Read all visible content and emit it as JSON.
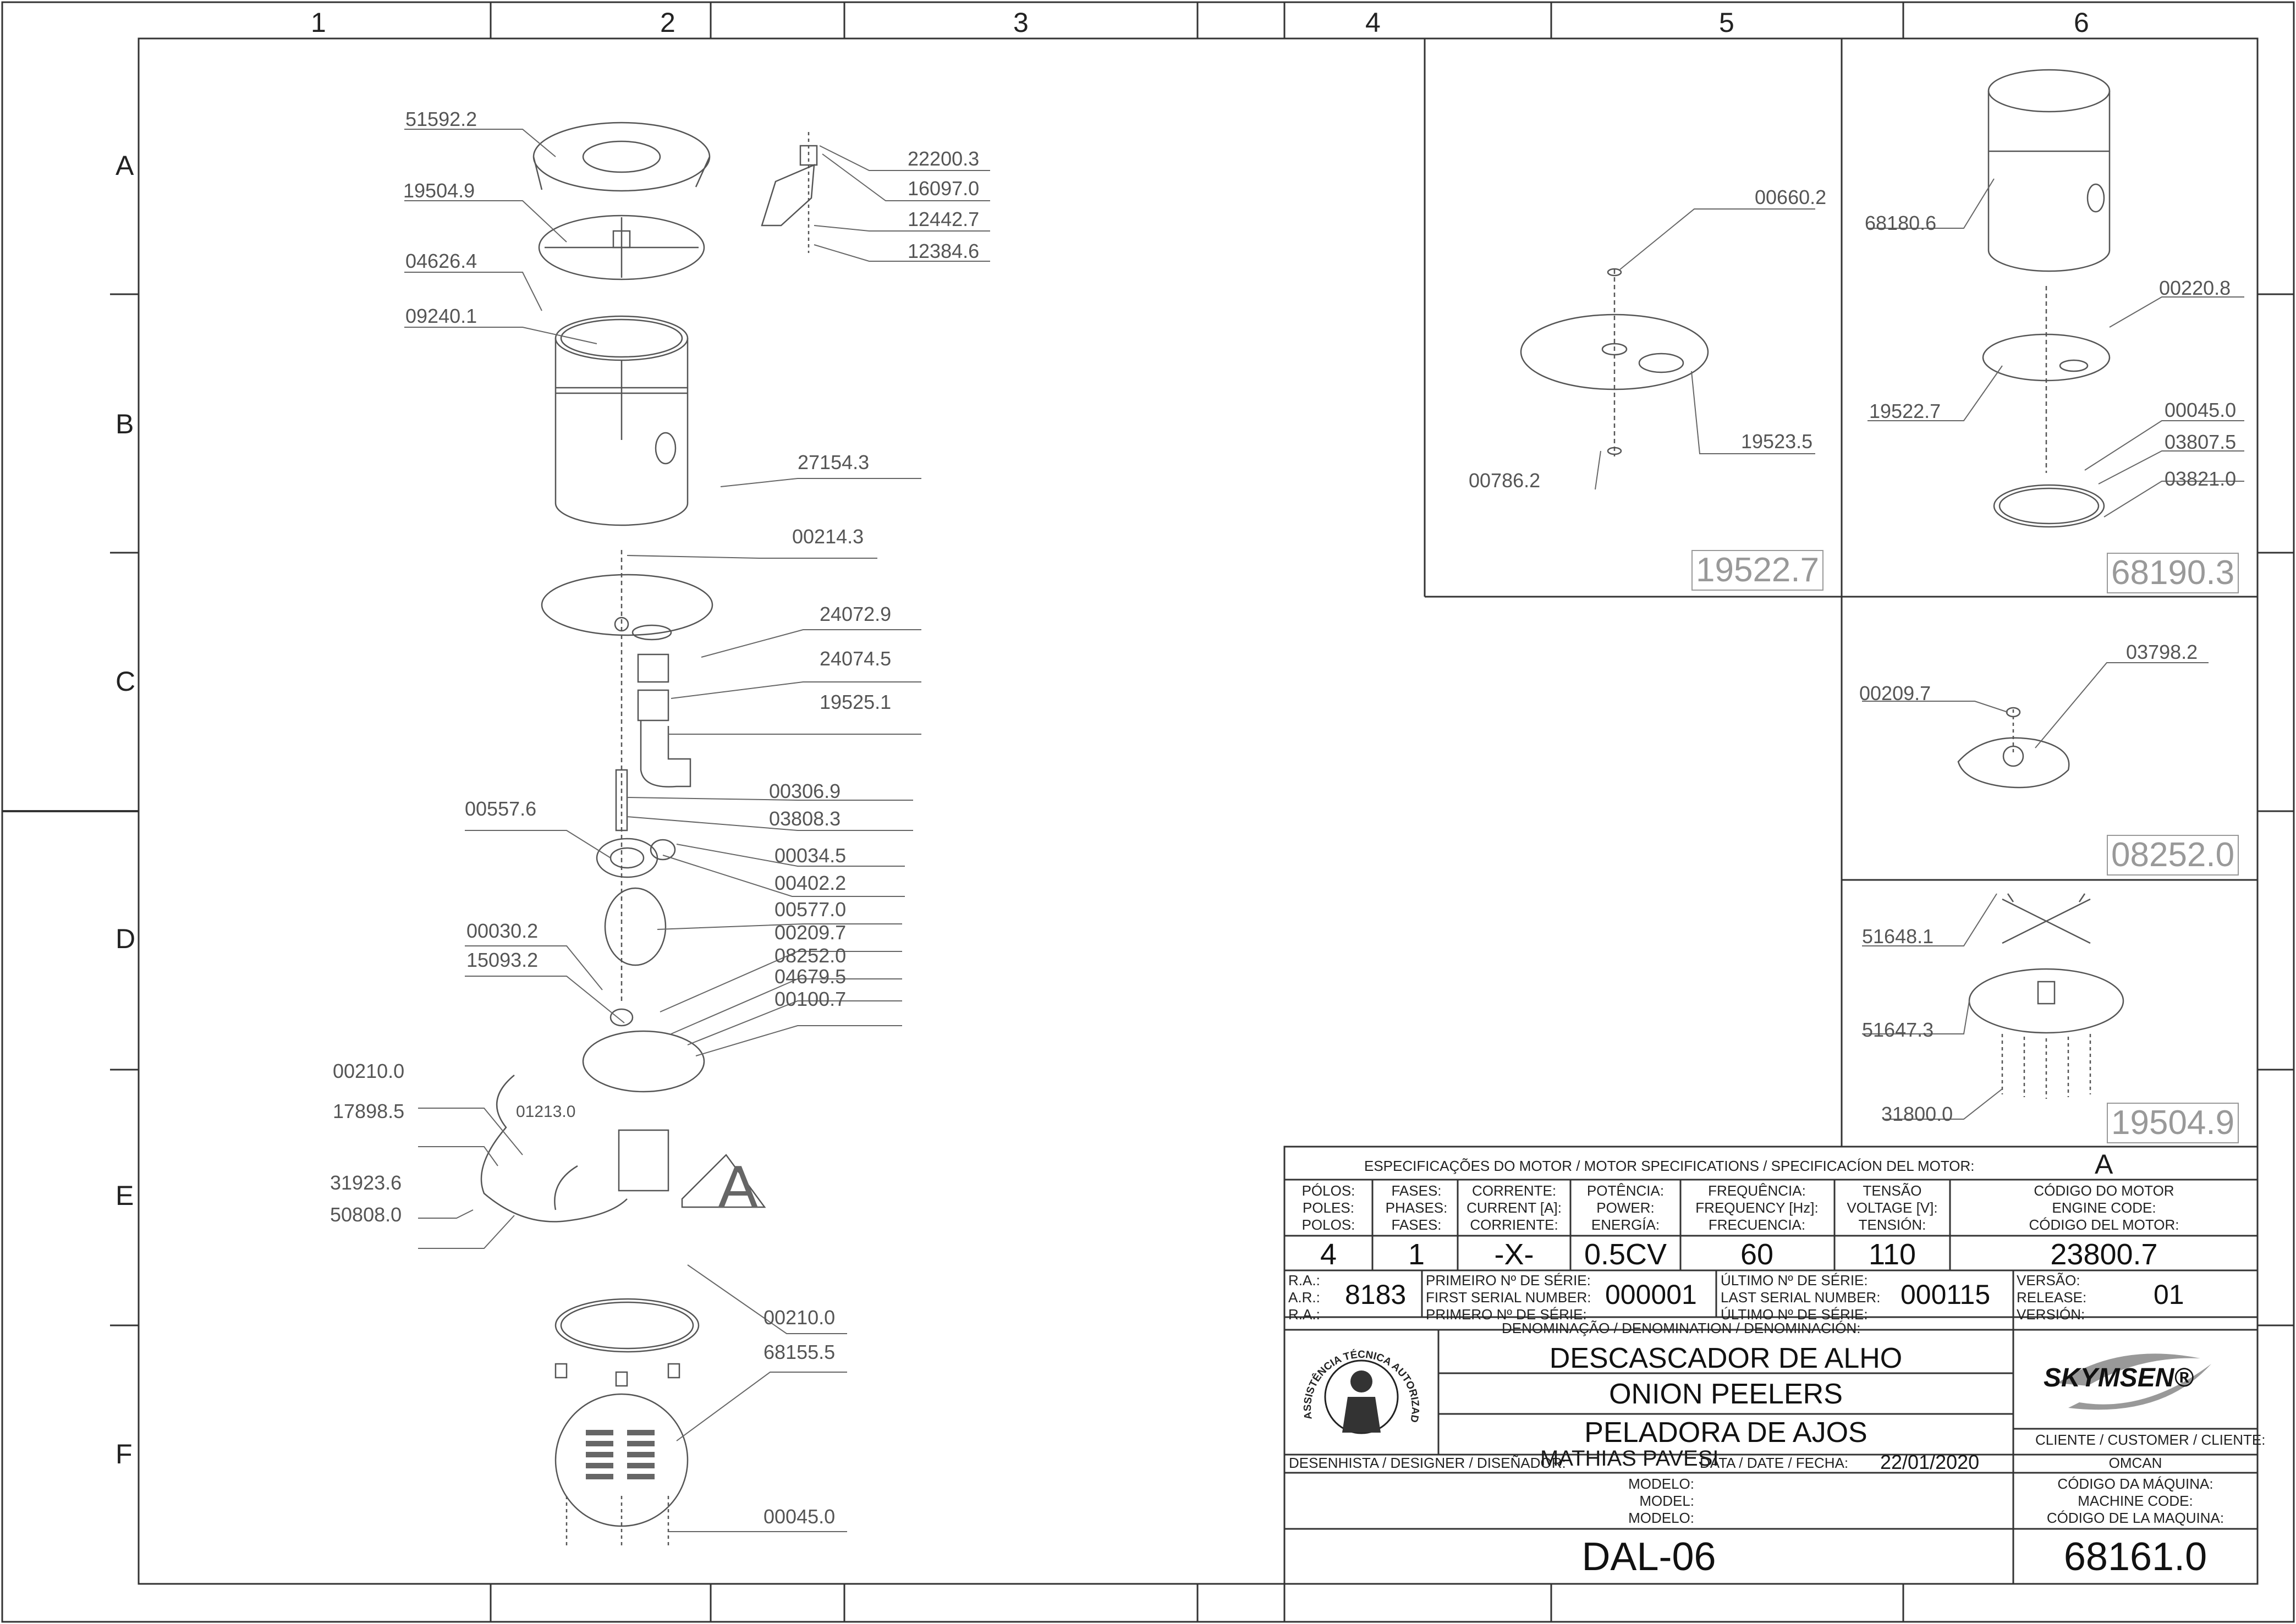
{
  "grid": {
    "columns": [
      "1",
      "2",
      "3",
      "4",
      "5",
      "6"
    ],
    "rows": [
      "A",
      "B",
      "C",
      "D",
      "E",
      "F"
    ]
  },
  "balloons": {
    "b51592": "51592.2",
    "b19504a": "19504.9",
    "b04626": "04626.4",
    "b09240": "09240.1",
    "b22200": "22200.3",
    "b16097": "16097.0",
    "b12442": "12442.7",
    "b12384": "12384.6",
    "b27154": "27154.3",
    "b00214": "00214.3",
    "b24072": "24072.9",
    "b24074": "24074.5",
    "b19525": "19525.1",
    "b00306": "00306.9",
    "b03808": "03808.3",
    "b00557": "00557.6",
    "b00034": "00034.5",
    "b00402": "00402.2",
    "b00577": "00577.0",
    "b00030": "00030.2",
    "b00209a": "00209.7",
    "b15093": "15093.2",
    "b08252": "08252.0",
    "b04679": "04679.5",
    "b00100": "00100.7",
    "b00210a": "00210.0",
    "b01213": "01213.0",
    "b17898": "17898.5",
    "b31923": "31923.6",
    "b50808": "50808.0",
    "b00210b": "00210.0",
    "b68155": "68155.5",
    "b00045a": "00045.0",
    "b00660": "00660.2",
    "b19523": "19523.5",
    "b00786": "00786.2",
    "b68180": "68180.6",
    "b00220": "00220.8",
    "b19522b": "19522.7",
    "b00045b": "00045.0",
    "b03807": "03807.5",
    "b03821": "03821.0",
    "b03798": "03798.2",
    "b00209b": "00209.7",
    "b51648": "51648.1",
    "b51647": "51647.3",
    "b31800": "31800.0",
    "motor_view_letter": "A"
  },
  "panels": {
    "p19522": "19522.7",
    "p68190": "68190.3",
    "p08252": "08252.0",
    "p19504": "19504.9"
  },
  "title_block": {
    "motor_spec_header": "ESPECIFICAÇÕES DO MOTOR / MOTOR SPECIFICATIONS / SPECIFICACÍON DEL MOTOR:",
    "motor_letter": "A",
    "poles_label": [
      "PÓLOS:",
      "POLES:",
      "POLOS:"
    ],
    "phases_label": [
      "FASES:",
      "PHASES:",
      "FASES:"
    ],
    "current_label": [
      "CORRENTE:",
      "CURRENT [A]:",
      "CORRIENTE:"
    ],
    "power_label": [
      "POTÊNCIA:",
      "POWER:",
      "ENERGÍA:"
    ],
    "frequency_label": [
      "FREQUÊNCIA:",
      "FREQUENCY [Hz]:",
      "FRECUENCIA:"
    ],
    "voltage_label": [
      "TENSÃO",
      "VOLTAGE [V]:",
      "TENSIÓN:"
    ],
    "engine_code_label": [
      "CÓDIGO DO MOTOR",
      "ENGINE CODE:",
      "CÓDIGO DEL MOTOR:"
    ],
    "poles": "4",
    "phases": "1",
    "current": "-X-",
    "power": "0.5CV",
    "frequency": "60",
    "voltage": "110",
    "engine_code": "23800.7",
    "ra_label": [
      "R.A.:",
      "A.R.:",
      "R.A.:"
    ],
    "ra": "8183",
    "first_serial_label": [
      "PRIMEIRO Nº DE SÉRIE:",
      "FIRST SERIAL NUMBER:",
      "PRIMERO Nº DE SÉRIE:"
    ],
    "first_serial": "000001",
    "last_serial_label": [
      "ÚLTIMO Nº DE SÉRIE:",
      "LAST SERIAL NUMBER:",
      "ÚLTIMO Nº DE SÉRIE:"
    ],
    "last_serial": "000115",
    "version_label": [
      "VERSÃO:",
      "RELEASE:",
      "VERSIÓN:"
    ],
    "version": "01",
    "denomination_label": "DENOMINAÇÃO / DENOMINATION / DENOMINACIÓN:",
    "name_pt": "DESCASCADOR DE ALHO",
    "name_en": "ONION PEELERS",
    "name_es": "PELADORA DE AJOS",
    "brand": "SKYMSEN®",
    "seal_text": "ASSISTÊNCIA TÉCNICA AUTORIZADA",
    "customer_label": "CLIENTE / CUSTOMER / CLIENTE:",
    "customer": "OMCAN",
    "designer_label": "DESENHISTA / DESIGNER / DISEÑADOR:",
    "designer": "MATHIAS PAVESI",
    "date_label": "DATA / DATE / FECHA:",
    "date": "22/01/2020",
    "model_label": [
      "MODELO:",
      "MODEL:",
      "MODELO:"
    ],
    "machine_code_label": [
      "CÓDIGO DA MÁQUINA:",
      "MACHINE CODE:",
      "CÓDIGO DE LA MAQUINA:"
    ],
    "model": "DAL-06",
    "machine_code": "68161.0"
  }
}
